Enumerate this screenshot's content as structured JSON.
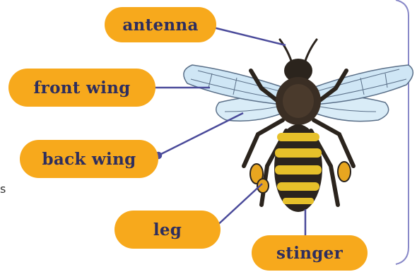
{
  "labels": {
    "antenna": "antenna",
    "front_wing": "front wing",
    "back_wing": "back wing",
    "leg": "leg",
    "stinger": "stinger"
  },
  "edge_text": "s",
  "colors": {
    "label_fill": "#f7a91c",
    "label_text": "#2e2e5e",
    "leader_line": "#4a4a9a",
    "frame": "#8888c8",
    "wing_fill": "#cfe6f5",
    "wing_vein": "#5a6f88",
    "bee_body": "#2b241d",
    "bee_stripe": "#e6c02a",
    "pollen": "#e8a620"
  },
  "icons": {
    "illustration": "honeybee-illustration"
  }
}
